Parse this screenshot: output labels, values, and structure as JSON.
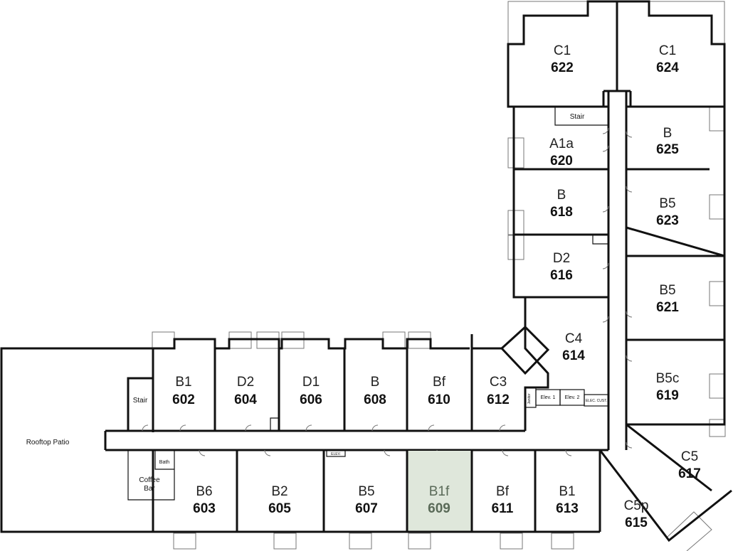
{
  "units": [
    {
      "id": "u602",
      "type": "B1",
      "number": "602",
      "highlighted": false
    },
    {
      "id": "u604",
      "type": "D2",
      "number": "604",
      "highlighted": false
    },
    {
      "id": "u606",
      "type": "D1",
      "number": "606",
      "highlighted": false
    },
    {
      "id": "u608",
      "type": "B",
      "number": "608",
      "highlighted": false
    },
    {
      "id": "u610",
      "type": "Bf",
      "number": "610",
      "highlighted": false
    },
    {
      "id": "u612",
      "type": "C3",
      "number": "612",
      "highlighted": false
    },
    {
      "id": "u603",
      "type": "B6",
      "number": "603",
      "highlighted": false
    },
    {
      "id": "u605",
      "type": "B2",
      "number": "605",
      "highlighted": false
    },
    {
      "id": "u607",
      "type": "B5",
      "number": "607",
      "highlighted": false
    },
    {
      "id": "u609",
      "type": "B1f",
      "number": "609",
      "highlighted": true
    },
    {
      "id": "u611",
      "type": "Bf",
      "number": "611",
      "highlighted": false
    },
    {
      "id": "u613",
      "type": "B1",
      "number": "613",
      "highlighted": false
    },
    {
      "id": "u615",
      "type": "C5p",
      "number": "615",
      "highlighted": false
    },
    {
      "id": "u617",
      "type": "C5",
      "number": "617",
      "highlighted": false
    },
    {
      "id": "u614",
      "type": "C4",
      "number": "614",
      "highlighted": false
    },
    {
      "id": "u616",
      "type": "D2",
      "number": "616",
      "highlighted": false
    },
    {
      "id": "u618",
      "type": "B",
      "number": "618",
      "highlighted": false
    },
    {
      "id": "u620",
      "type": "A1a",
      "number": "620",
      "highlighted": false
    },
    {
      "id": "u622",
      "type": "C1",
      "number": "622",
      "highlighted": false
    },
    {
      "id": "u624",
      "type": "C1",
      "number": "624",
      "highlighted": false
    },
    {
      "id": "u625",
      "type": "B",
      "number": "625",
      "highlighted": false
    },
    {
      "id": "u623",
      "type": "B5",
      "number": "623",
      "highlighted": false
    },
    {
      "id": "u621",
      "type": "B5",
      "number": "621",
      "highlighted": false
    },
    {
      "id": "u619",
      "type": "B5c",
      "number": "619",
      "highlighted": false
    }
  ],
  "labels": {
    "rooftop_patio": "Rooftop Patio",
    "stair_west": "Stair",
    "stair_north": "Stair",
    "coffee_bar_1": "Coffee",
    "coffee_bar_2": "Bar",
    "bath": "Bath",
    "elev": "ELEV.",
    "janitor": "Janitor",
    "elev1": "Elev. 1",
    "elev2": "Elev. 2",
    "elec_cust": "ELEC. CUST."
  },
  "colors": {
    "highlight_fill": "#dfe7db",
    "highlight_text": "#5a6a58",
    "wall": "#111111"
  }
}
